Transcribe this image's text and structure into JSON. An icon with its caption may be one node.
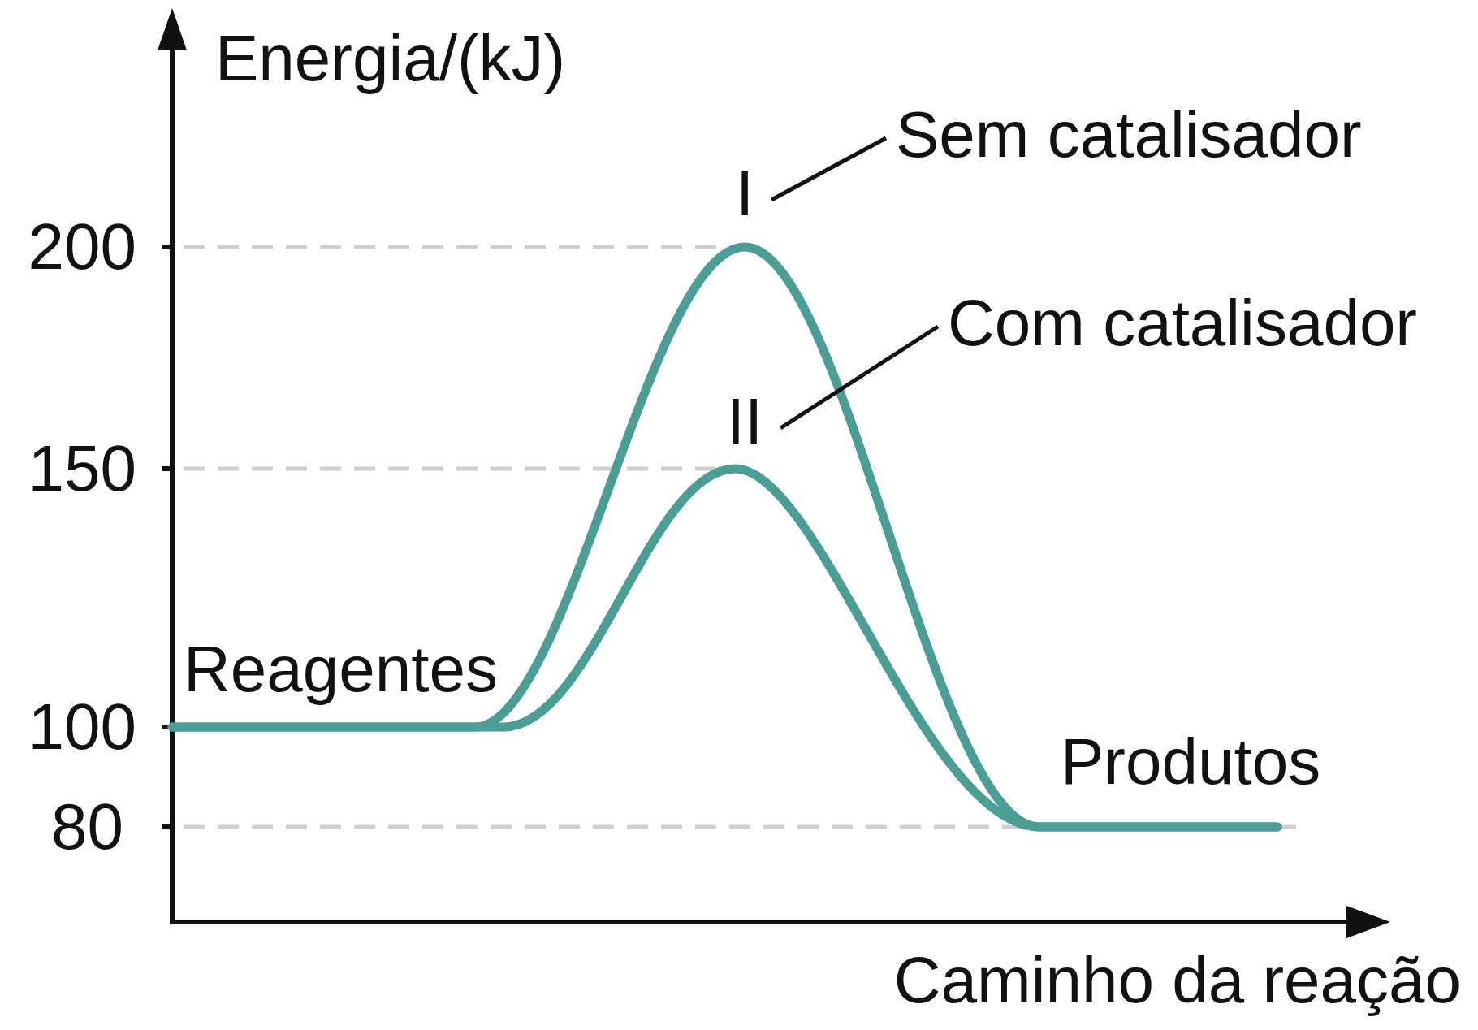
{
  "diagram": {
    "nodes": [
      {
        "text": [
          "Sem catalisador"
        ]
      },
      {
        "text": [
          "I"
        ]
      },
      {
        "text": [
          "Com catalisador"
        ]
      },
      {
        "text": [
          "II"
        ]
      }
    ],
    "edges": [
      {
        "from": 0,
        "to": 1,
        "arrow": "none"
      },
      {
        "from": 2,
        "to": 3,
        "arrow": "none"
      }
    ],
    "labels": [
      "Energia/(kJ)",
      "200",
      "150",
      "Reagentes",
      "100",
      "Produtos",
      "80",
      "Caminho da reação"
    ]
  }
}
